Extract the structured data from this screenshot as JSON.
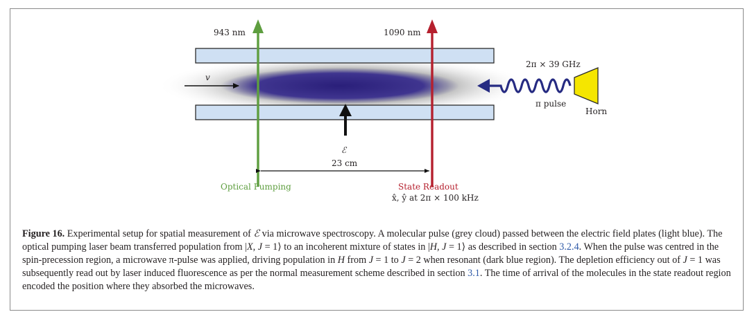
{
  "figure": {
    "labels": {
      "wavelength_left": "943 nm",
      "wavelength_right": "1090 nm",
      "velocity": "v",
      "field": "ℰ",
      "microwave_frequency": "2π × 39 GHz",
      "pi_pulse": "π pulse",
      "horn": "Horn",
      "distance": "23 cm",
      "optical_pumping": "Optical Pumping",
      "state_readout": "State Readout",
      "readout_detail": "x̂, ŷ at 2π × 100 kHz"
    },
    "colors": {
      "plate_fill": "#cfe0f3",
      "plate_stroke": "#2b2b2b",
      "cloud_dark": "#2a1f7a",
      "pumping_beam": "#5e9e3f",
      "readout_beam": "#b5202e",
      "horn": "#f5e600",
      "wave": "#262b82"
    }
  },
  "caption": {
    "label": "Figure 16.",
    "text": [
      " Experimental setup for spatial measurement of ",
      "ℰ",
      " via microwave spectroscopy. A molecular pulse (grey cloud) passed between the electric field plates (light blue). The optical pumping laser beam transferred population from |",
      "X",
      ", ",
      "J",
      " = 1⟩ to an incoherent mixture of states in |",
      "H",
      ", ",
      "J",
      " = 1⟩ as described in section ",
      "3.2.4",
      ". When the pulse was centred in the spin-precession region, a microwave π-pulse was applied, driving population in ",
      "H",
      " from ",
      "J",
      " = 1 to ",
      "J",
      " = 2 when resonant (dark blue region). The depletion efficiency out of ",
      "J",
      " = 1 was subsequently read out by laser induced fluorescence as per the normal measurement scheme described in section ",
      "3.1",
      ". The time of arrival of the molecules in the state readout region encoded the position where they absorbed the microwaves."
    ]
  }
}
